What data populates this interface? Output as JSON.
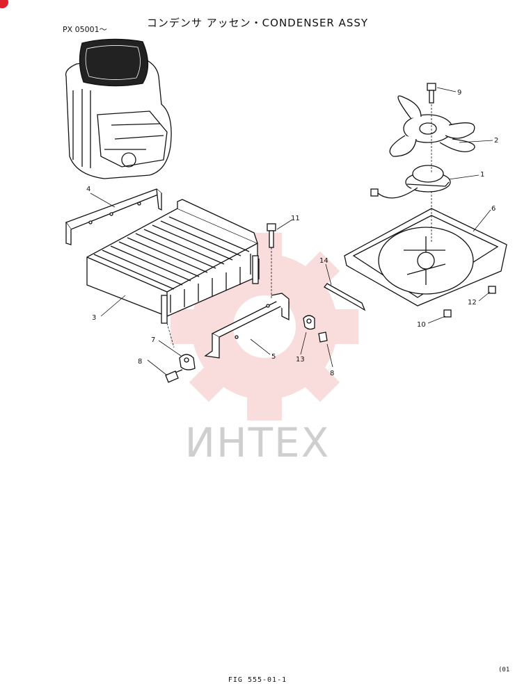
{
  "header": {
    "title": "コンデンサ アッセン・CONDENSER ASSY",
    "serial": "PX 05001～"
  },
  "watermark": {
    "text": "ИНТЕХ",
    "color": "#f0a0a0"
  },
  "footer": {
    "figure": "FIG 555-01-1",
    "corner": "(01"
  },
  "callouts": [
    "1",
    "2",
    "3",
    "4",
    "5",
    "6",
    "7",
    "8",
    "8",
    "9",
    "10",
    "11",
    "12",
    "13",
    "14"
  ],
  "accent_color": "#e0202a"
}
